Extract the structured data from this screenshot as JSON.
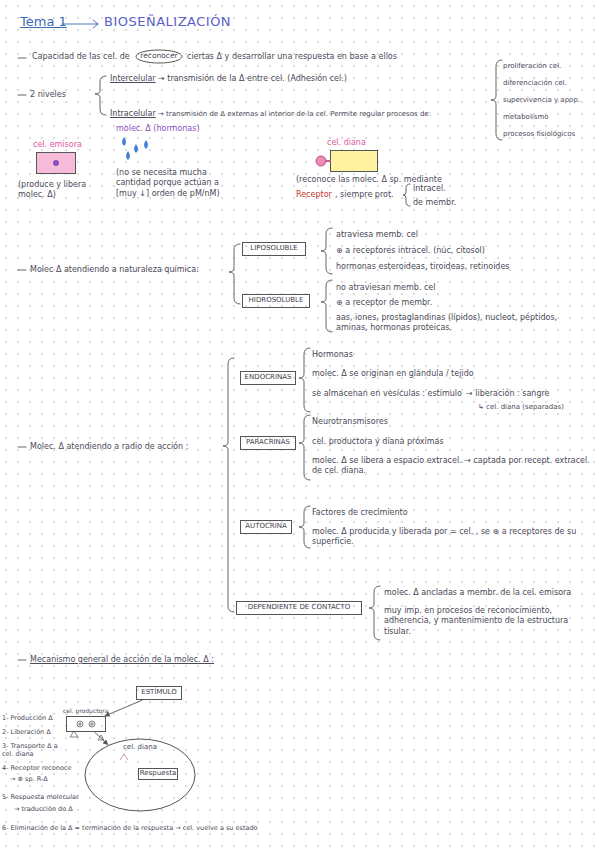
{
  "diagram": {
    "title": "Tema 1",
    "nodes": [
      {
        "text": [
          "reconocer"
        ]
      },
      {
        "text": [
          "cel. emisora"
        ]
      },
      {
        "text": [
          "cel. diana"
        ]
      },
      {
        "text": [
          "LIPOSOLUBLE"
        ]
      },
      {
        "text": [
          "HIDROSOLUBLE"
        ]
      },
      {
        "text": [
          "ENDOCRINAS"
        ]
      },
      {
        "text": [
          "PARACRINAS"
        ]
      },
      {
        "text": [
          "AUTOCRINA"
        ]
      },
      {
        "text": [
          "DEPENDIENTE DE CONTACTO"
        ]
      },
      {
        "text": [
          "ESTÍMULO"
        ]
      },
      {
        "text": [
          "cel. productora"
        ]
      },
      {
        "text": [
          "cel. diana"
        ]
      },
      {
        "text": [
          "Respuesta"
        ],
        "in": 11
      }
    ],
    "edges": [
      {
        "from": 9,
        "to": 10,
        "arrow": "to"
      },
      {
        "from": 10,
        "to": 11,
        "arrow": "to"
      }
    ],
    "labels": [
      "BIOSEÑALIZACIÓN",
      "Capacidad de las cel. de",
      "ciertas Δ y desarrollar una respuesta en base a ellos",
      "2 niveles",
      "Intercelular",
      "→ transmisión de la Δ entre cel. (Adhesión cel.)",
      "Intracelular",
      "→ transmisión de Δ externas al interior de la cel. Permite regular procesos de:",
      "proliferación cel.",
      "diferenciación cel.",
      "supervivencia y apop.",
      "metabolismo",
      "procesos fisiológicos",
      "(produce y libera molec. Δ)",
      "molec. Δ (hormonas)",
      "(no se necesita mucha cantidad porque actúan a [muy ↓] orden de pM/nM)",
      "(reconoce las molec. Δ sp. mediante",
      "Receptor",
      ", siempre prot.",
      "intracel.",
      "de membr.",
      "Molec Δ atendiendo a naturaleza química:",
      "atraviesa memb. cel",
      "⊕ a receptores intracel. (núc, citosol)",
      "hormonas esteroideas, tiroideas, retinoides",
      "no atraviesan memb. cel",
      "⊕ a receptor de membr.",
      "aas, iones, prostaglandinas (lípidos), nucleot, péptidos, aminas, hormonas proteicas.",
      "Molec. Δ atendiendo a radio de acción :",
      "Hormonas",
      "molec. Δ se originan en glándula / tejido",
      "se almacenan en vesículas : estímulo",
      "→ liberación : sangre",
      "↳ cel. diana (separadas)",
      "Neurotransmisores",
      "cel. productora y diana próximas",
      "molec. Δ se libera a espacio extracel. → captada por recept. extracel. de cel. diana.",
      "Factores de crecimiento",
      "molec. Δ producida y liberada por = cel. , se ⊕ a receptores de su superficie.",
      "molec. Δ ancladas a membr. de la cel. emisora",
      "muy imp. en procesos de reconocimiento, adherencia, y mantenimiento de la estructura tisular.",
      "Mecanismo general de acción de la molec. Δ :",
      "1- Producción Δ",
      "2- Liberación Δ",
      "3- Transporte Δ a cel. diana",
      "4- Receptor reconoce",
      "→ ⊕ sp. R-Δ",
      "5- Respuesta molecular",
      "→ traducción de Δ",
      "6- Eliminación de la Δ = terminación de la respuesta → cel. vuelve a su estado"
    ]
  }
}
